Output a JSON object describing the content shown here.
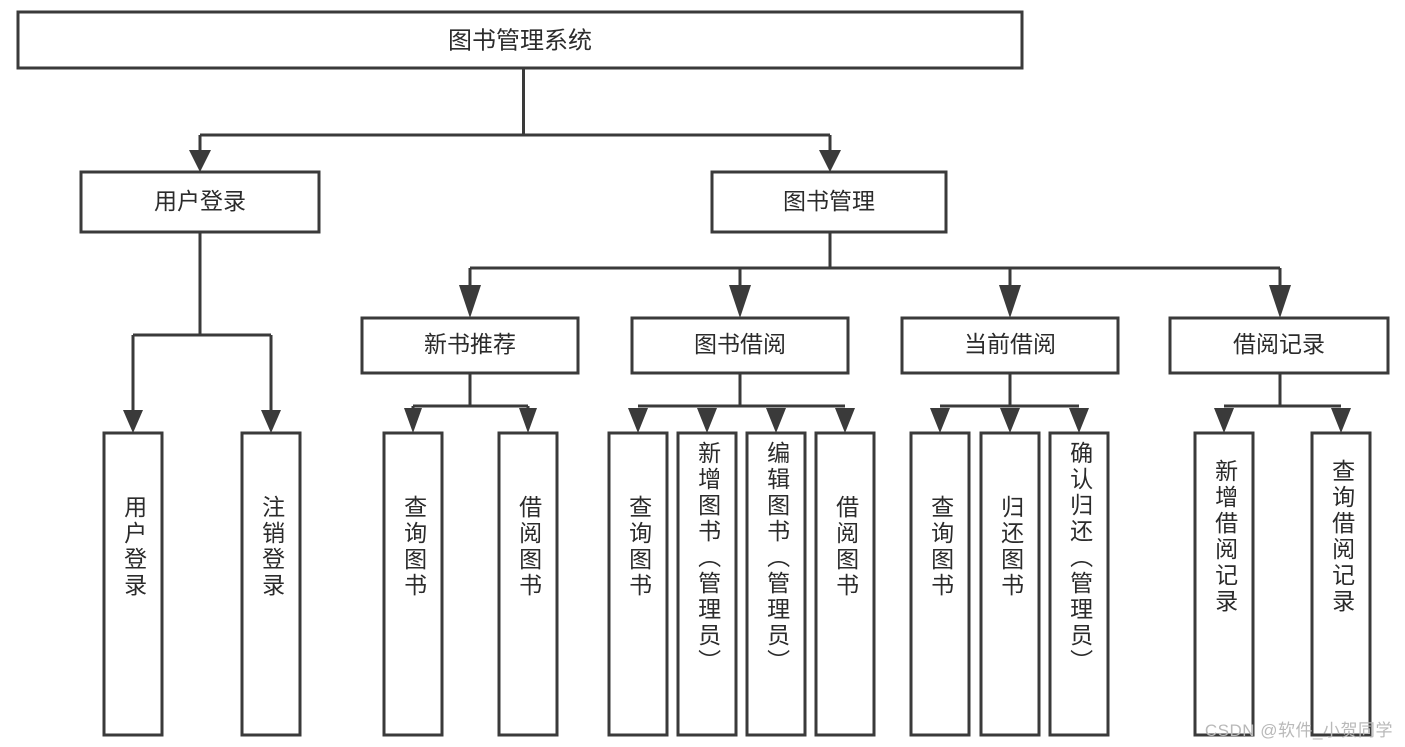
{
  "diagram": {
    "type": "tree",
    "orientation": "top-down",
    "title": "图书管理系统",
    "colors": {
      "background": "#ffffff",
      "box_fill": "#ffffff",
      "box_stroke": "#3a3a3a",
      "connector": "#3a3a3a",
      "text": "#2b2b2b",
      "watermark": "#b9b9b9"
    },
    "root": {
      "label": "图书管理系统"
    },
    "level2": [
      {
        "label": "用户登录"
      },
      {
        "label": "图书管理"
      }
    ],
    "level3": [
      {
        "label": "新书推荐"
      },
      {
        "label": "图书借阅"
      },
      {
        "label": "当前借阅"
      },
      {
        "label": "借阅记录"
      }
    ],
    "leaves": {
      "user_login": [
        {
          "label": "用户登录"
        },
        {
          "label": "注销登录"
        }
      ],
      "new_book_recommend": [
        {
          "label": "查询图书"
        },
        {
          "label": "借阅图书"
        }
      ],
      "book_borrow": [
        {
          "label": "查询图书"
        },
        {
          "label": "新增图书（管理员）"
        },
        {
          "label": "编辑图书（管理员）"
        },
        {
          "label": "借阅图书"
        }
      ],
      "current_borrow": [
        {
          "label": "查询图书"
        },
        {
          "label": "归还图书"
        },
        {
          "label": "确认归还（管理员）"
        }
      ],
      "borrow_record": [
        {
          "label": "新增借阅记录"
        },
        {
          "label": "查询借阅记录"
        }
      ]
    }
  },
  "watermark": {
    "text": "CSDN @软件_小贺同学"
  }
}
